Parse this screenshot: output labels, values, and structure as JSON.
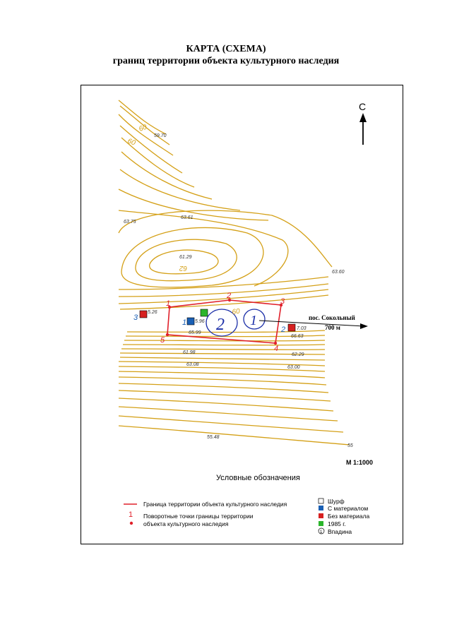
{
  "title": {
    "line1": "КАРТА (СХЕМА)",
    "line2": "границ территории объекта культурного наследия"
  },
  "map": {
    "north_label": "С",
    "scale": "М 1:1000",
    "direction": {
      "line1": "пос. Сокольный",
      "line2": "700 м"
    },
    "contour_labels": [
      {
        "id": "c60a",
        "text": "60"
      },
      {
        "id": "c60b",
        "text": "60"
      },
      {
        "id": "c62",
        "text": "62"
      },
      {
        "id": "c60c",
        "text": "60"
      }
    ],
    "elevations": [
      {
        "id": "e1",
        "text": "59.70"
      },
      {
        "id": "e2",
        "text": "63.75"
      },
      {
        "id": "e3",
        "text": "63.61"
      },
      {
        "id": "e4",
        "text": "61.29"
      },
      {
        "id": "e5",
        "text": "63.60"
      },
      {
        "id": "e6",
        "text": "5.26"
      },
      {
        "id": "e7",
        "text": "5.96"
      },
      {
        "id": "e8",
        "text": "65.99"
      },
      {
        "id": "e9",
        "text": "7.03"
      },
      {
        "id": "e10",
        "text": "66.63"
      },
      {
        "id": "e11",
        "text": "61.98"
      },
      {
        "id": "e12",
        "text": "62.29"
      },
      {
        "id": "e13",
        "text": "63.08"
      },
      {
        "id": "e14",
        "text": "63.00"
      },
      {
        "id": "e15",
        "text": "55.48"
      },
      {
        "id": "e16",
        "text": "55"
      }
    ],
    "boundary_points": [
      "1",
      "2",
      "3",
      "4",
      "5"
    ],
    "pits": [
      {
        "id": "p1",
        "label": "1",
        "type": "with_material",
        "color": "#1a5fb4"
      },
      {
        "id": "p2",
        "label": "2",
        "type": "without_material",
        "color": "#d62020"
      },
      {
        "id": "p3",
        "label": "3",
        "type": "without_material",
        "color": "#d62020"
      },
      {
        "id": "p4",
        "label": "",
        "type": "1985",
        "color": "#2bb52b"
      }
    ],
    "depressions": [
      "1",
      "2"
    ]
  },
  "legend": {
    "title": "Условные обозначения",
    "boundary_line": "Граница территории объекта культурного наследия",
    "turn_point_number": "1",
    "turn_points_line1": "Поворотные точки границы территории",
    "turn_points_line2": "объекта культурного наследия",
    "pit": "Шурф",
    "with_material": "С материалом",
    "without_material": "Без материала",
    "year_1985": "1985 г.",
    "depression_num": "1",
    "depression": "Впадина"
  },
  "colors": {
    "contour": "#d4a017",
    "boundary": "#e0202a",
    "pit_blue": "#1a5fb4",
    "pit_red": "#d62020",
    "pit_green": "#2bb52b",
    "depression": "#1c2fa8"
  }
}
